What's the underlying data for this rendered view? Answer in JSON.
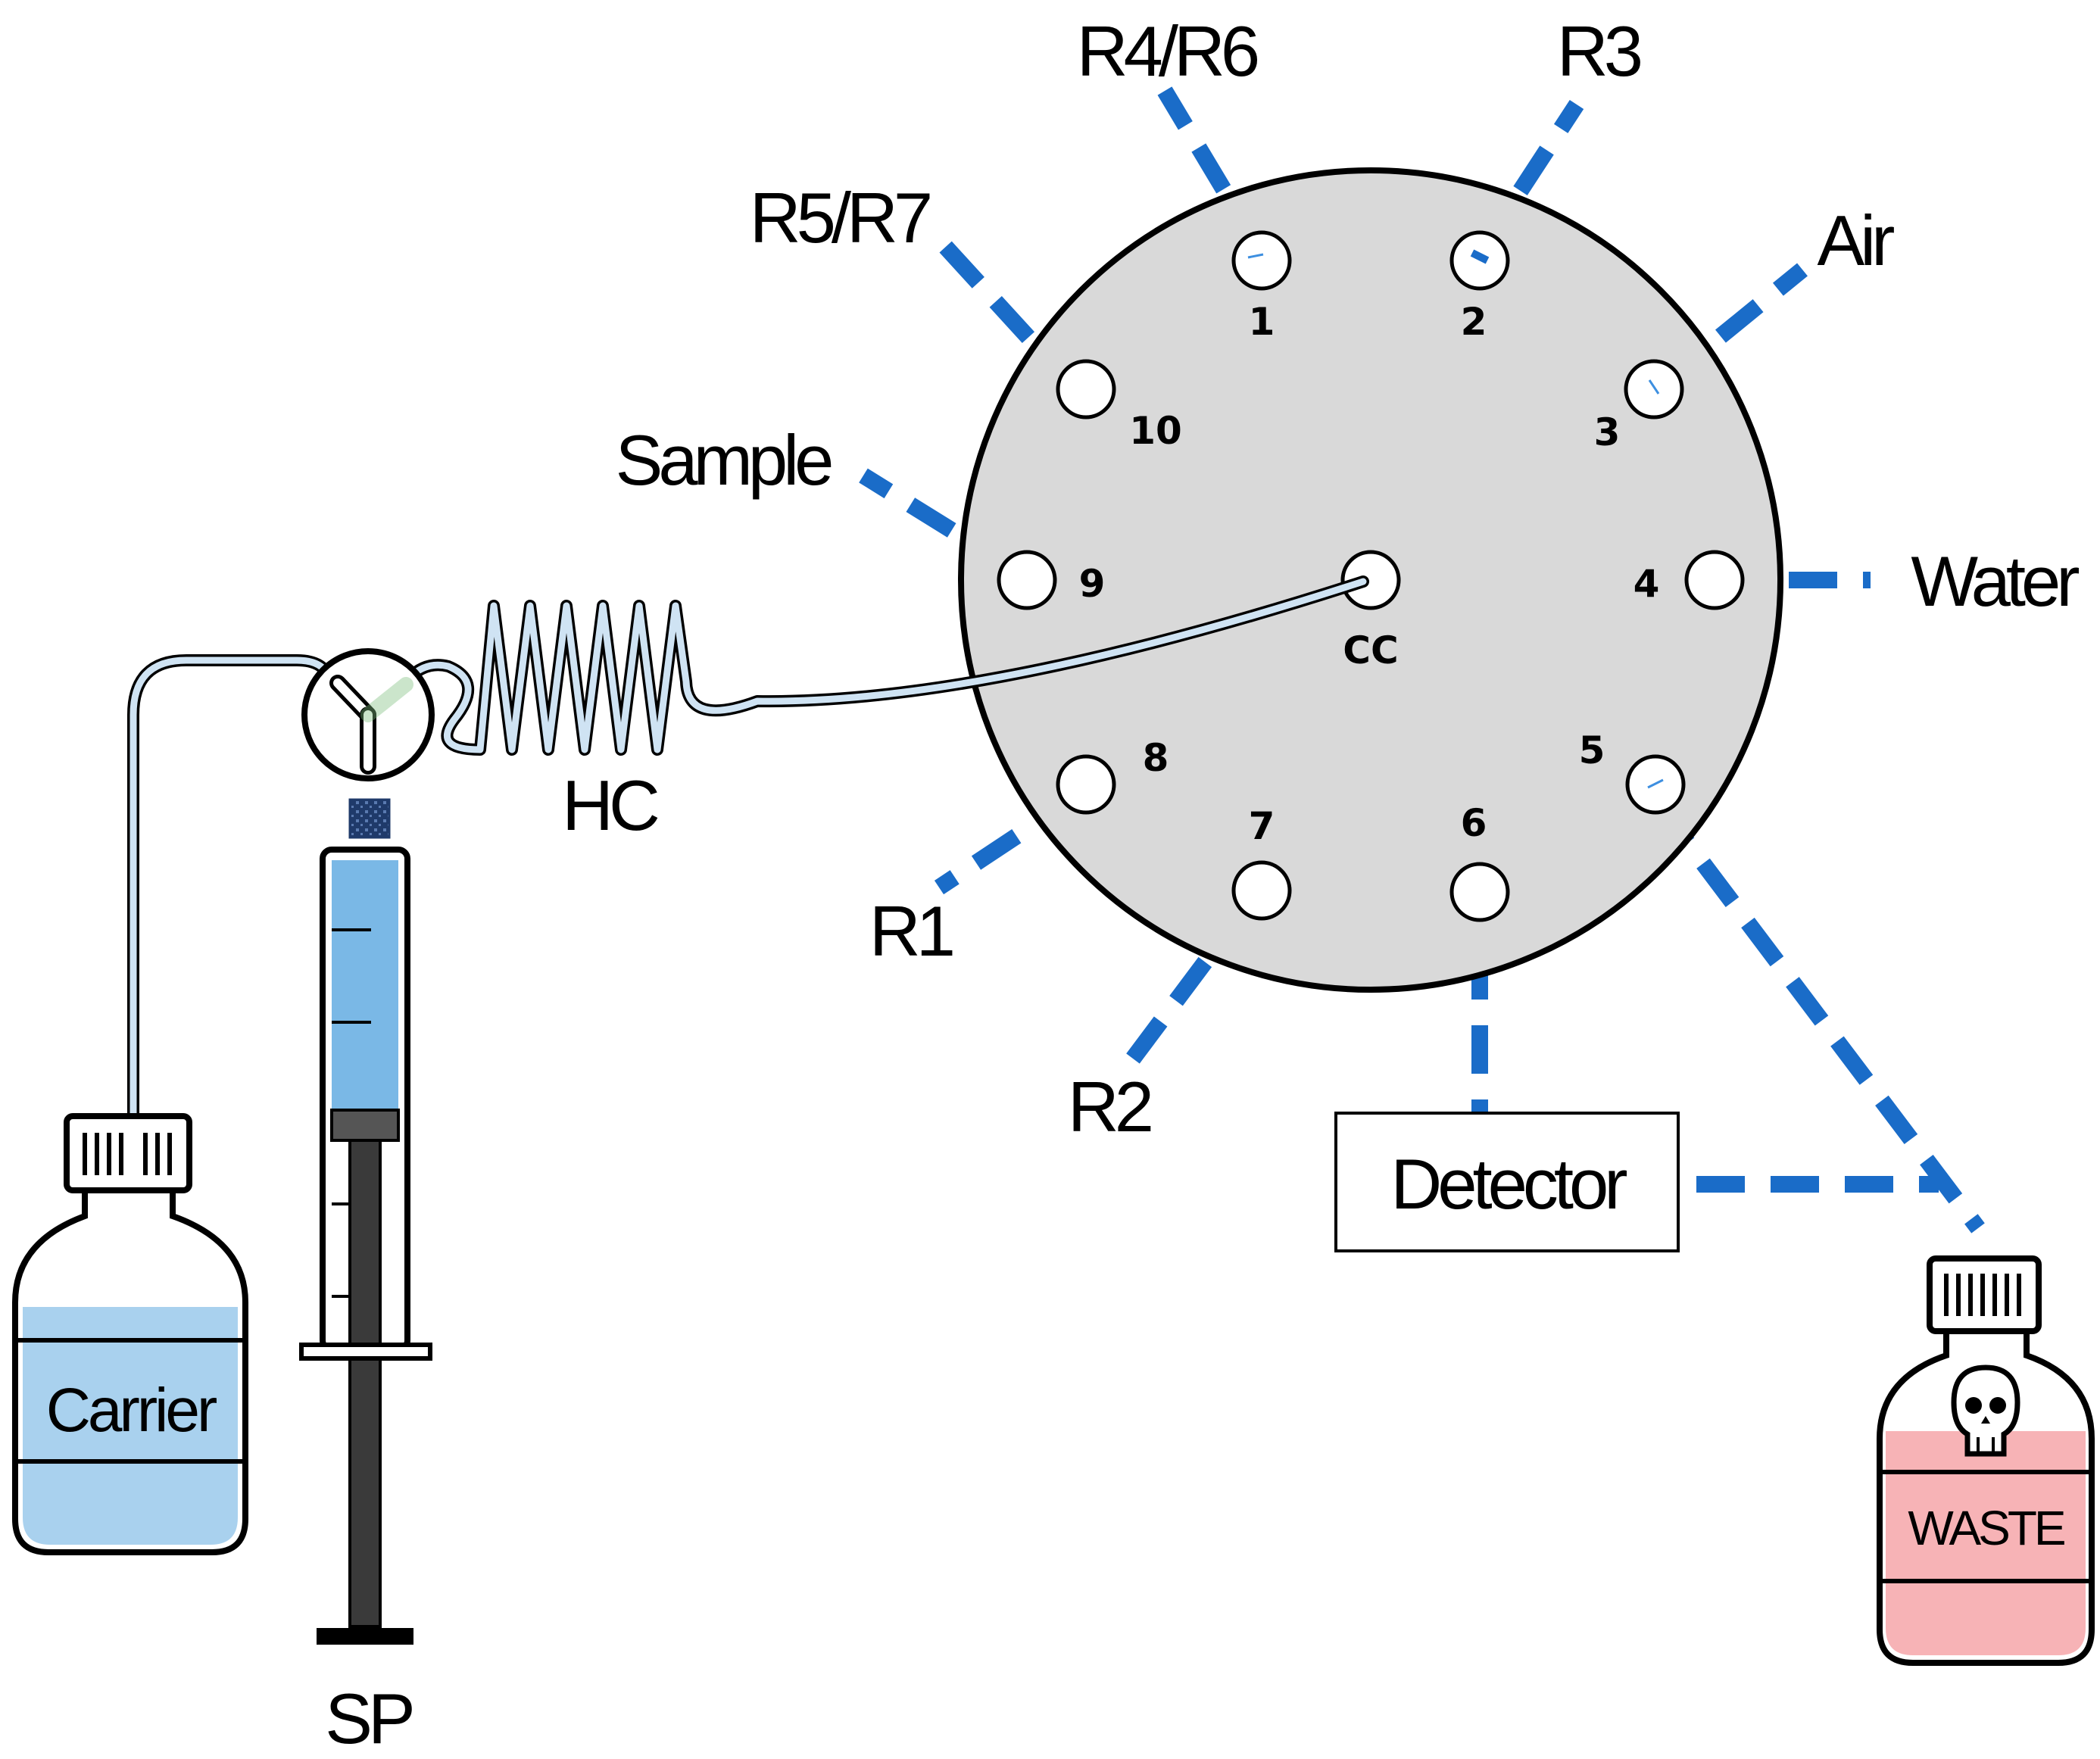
{
  "valve": {
    "center_label": "CC",
    "ports": [
      {
        "number": "1",
        "reagent": "R4/R6"
      },
      {
        "number": "2",
        "reagent": "R3"
      },
      {
        "number": "3",
        "reagent": "Air"
      },
      {
        "number": "4",
        "reagent": "Water"
      },
      {
        "number": "5",
        "reagent": ""
      },
      {
        "number": "6",
        "reagent": ""
      },
      {
        "number": "7",
        "reagent": "R2"
      },
      {
        "number": "8",
        "reagent": "R1"
      },
      {
        "number": "9",
        "reagent": "Sample"
      },
      {
        "number": "10",
        "reagent": "R5/R7"
      }
    ]
  },
  "labels": {
    "holding_coil": "HC",
    "syringe_pump": "SP",
    "detector": "Detector",
    "carrier": "Carrier",
    "waste": "WASTE"
  },
  "colors": {
    "line": "#1a6cc8",
    "valve_fill": "#d9d9d9",
    "carrier_liquid": "#a9d1ee",
    "syringe_liquid": "#7ab8e6",
    "waste_liquid": "#f7b3b6",
    "tube": "#cfe3f3"
  }
}
